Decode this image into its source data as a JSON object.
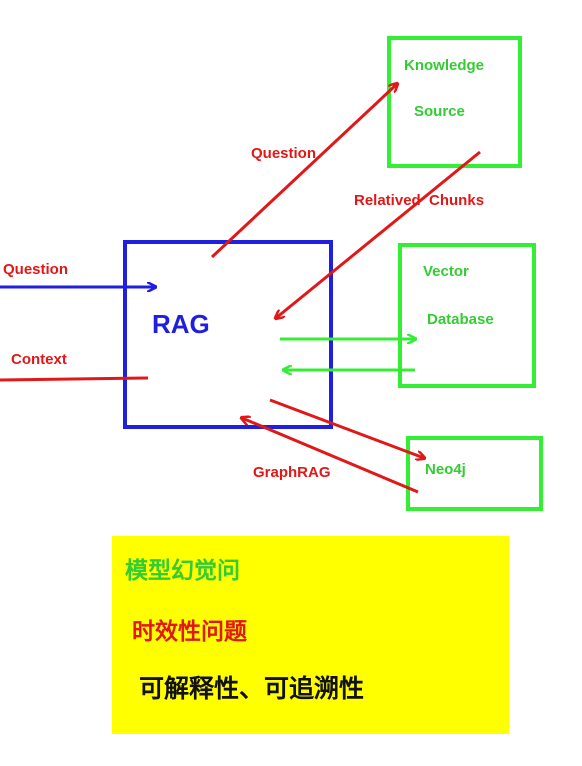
{
  "nodes": {
    "knowledge_source": {
      "line1": "Knowledge",
      "line2": "Source"
    },
    "vector_database": {
      "line1": "Vector",
      "line2": "Database"
    },
    "neo4j": {
      "label": "Neo4j"
    },
    "rag": {
      "label": "RAG"
    }
  },
  "edges": {
    "question_in": "Question",
    "context_out": "Context",
    "question_to_knowledge": "Question",
    "relatived_chunks": "Relatived  Chunks",
    "graphrag": "GraphRAG"
  },
  "notes": {
    "line1": "模型幻觉问",
    "line2": "时效性问题",
    "line3": "可解释性、可追溯性"
  },
  "colors": {
    "blue": "#1f1fe0",
    "red": "#e01818",
    "green": "#33ee33",
    "yellow": "#ffff00"
  }
}
